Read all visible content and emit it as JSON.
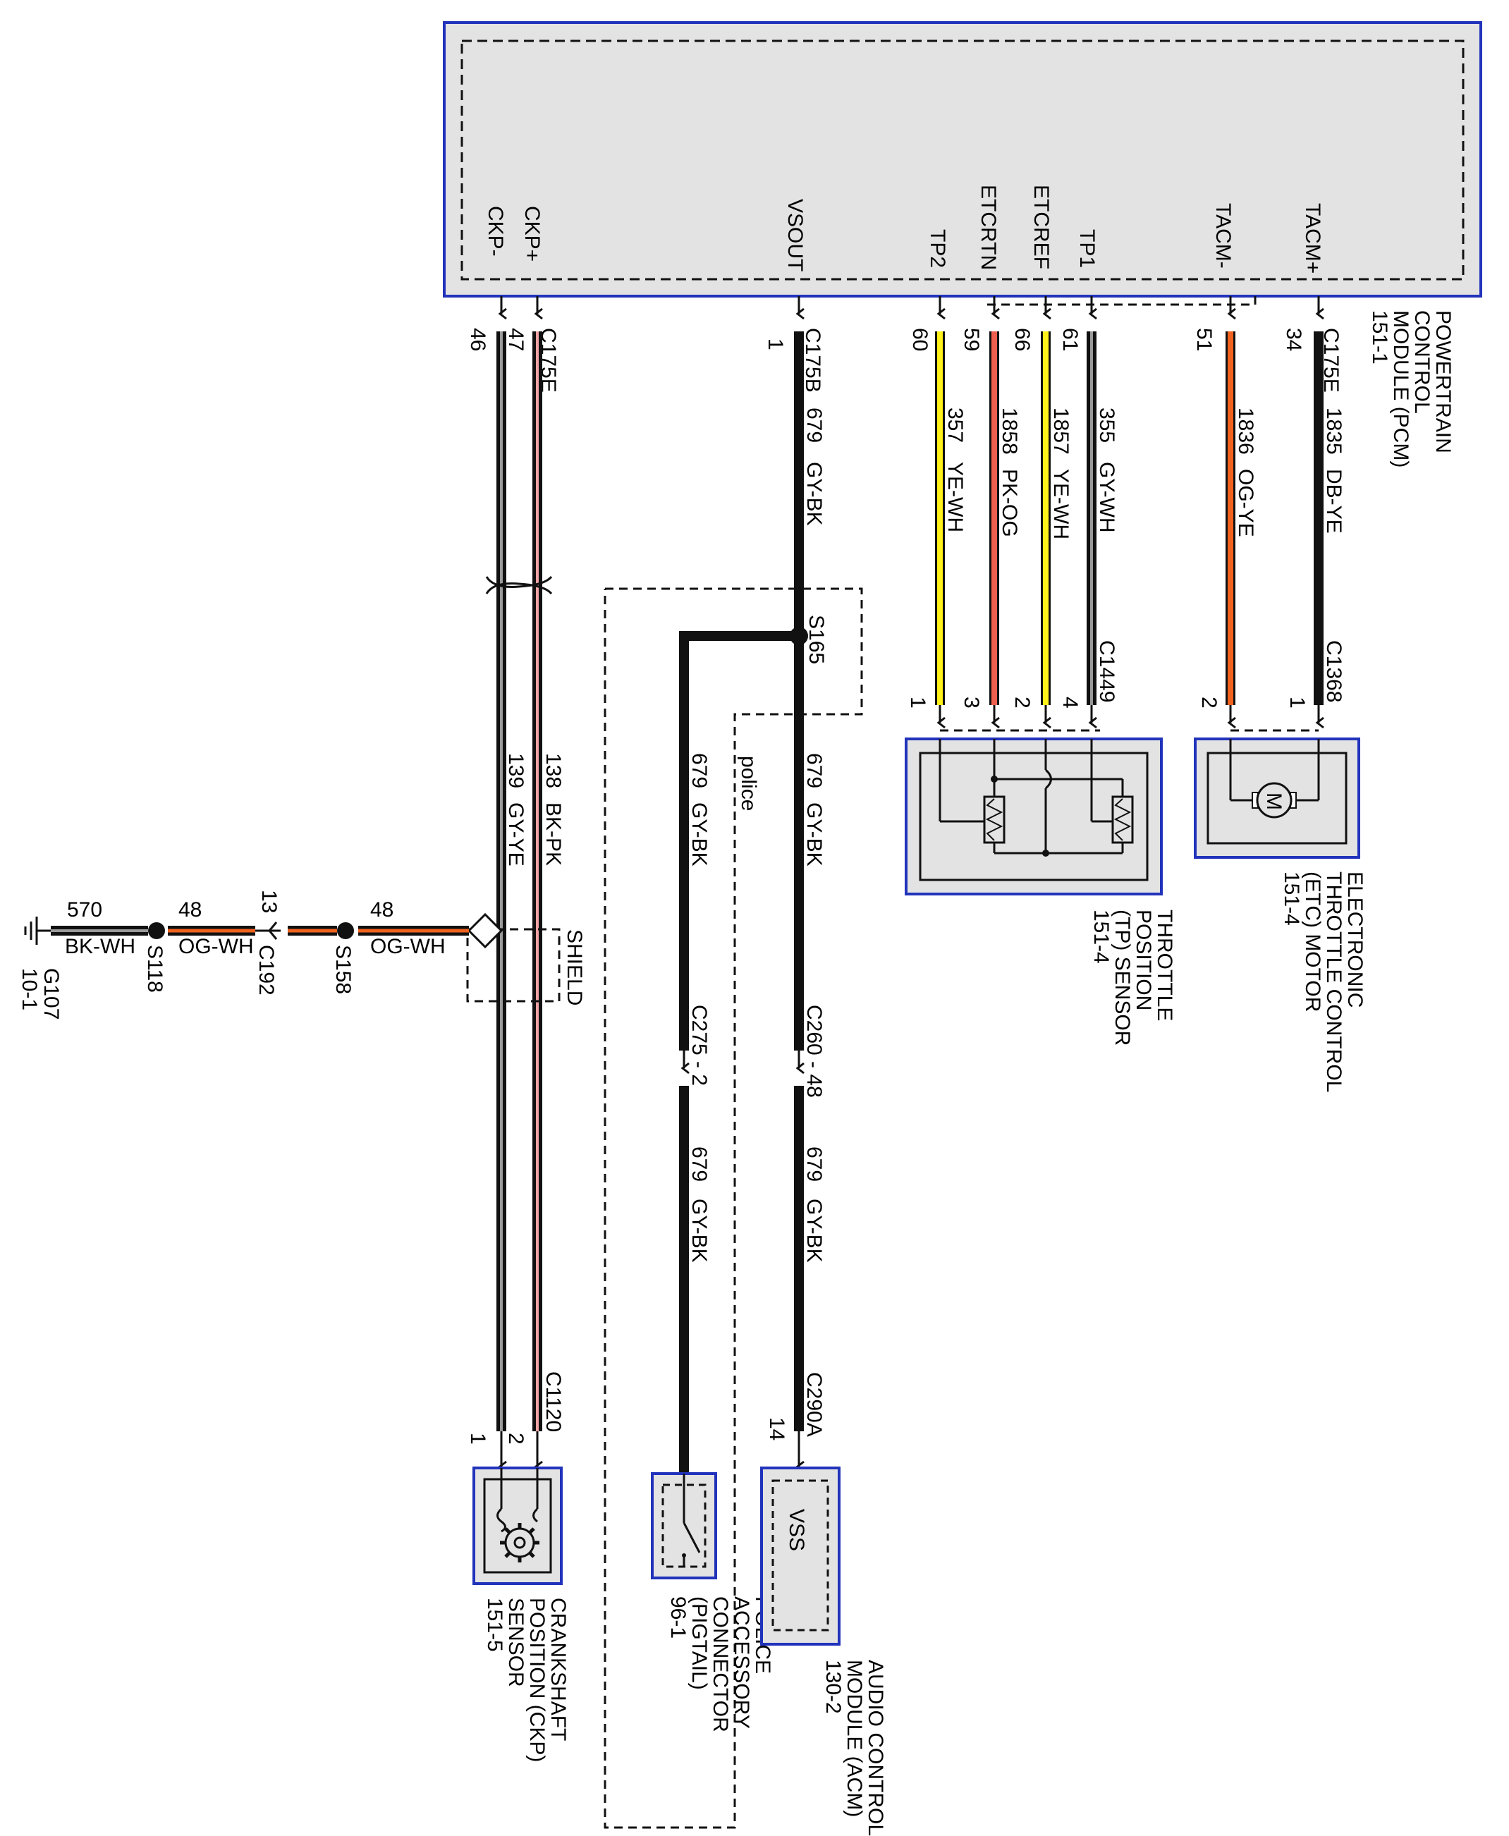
{
  "pcm": {
    "name_lines": [
      "POWERTRAIN",
      "CONTROL",
      "MODULE (PCM)",
      "151-1"
    ],
    "pins": [
      {
        "name": "CKP-",
        "connector": "",
        "pin": "46"
      },
      {
        "name": "CKP+",
        "connector": "C175E",
        "pin": "47"
      },
      {
        "name": "VSOUT",
        "connector": "C175B",
        "pin": "1"
      },
      {
        "name": "TP2",
        "connector": "",
        "pin": "60"
      },
      {
        "name": "ETCRTN",
        "connector": "",
        "pin": "59"
      },
      {
        "name": "ETCREF",
        "connector": "",
        "pin": "66"
      },
      {
        "name": "TP1",
        "connector": "",
        "pin": "61"
      },
      {
        "name": "TACM-",
        "connector": "",
        "pin": "51"
      },
      {
        "name": "TACM+",
        "connector": "C175E",
        "pin": "34"
      }
    ]
  },
  "wires": {
    "ckp_minus": {
      "circuit": "139",
      "color": "GY-YE"
    },
    "ckp_plus": {
      "circuit": "138",
      "color": "BK-PK"
    },
    "vsout_upper": {
      "circuit": "679",
      "color": "GY-BK"
    },
    "vsout_mid": {
      "circuit": "679",
      "color": "GY-BK"
    },
    "vsout_lower": {
      "circuit": "679",
      "color": "GY-BK"
    },
    "police_upper": {
      "circuit": "679",
      "color": "GY-BK"
    },
    "police_lower": {
      "circuit": "679",
      "color": "GY-BK"
    },
    "tp2": {
      "circuit": "357",
      "color": "YE-WH"
    },
    "etcrtn": {
      "circuit": "1858",
      "color": "PK-OG"
    },
    "etcref": {
      "circuit": "1857",
      "color": "YE-WH"
    },
    "tp1": {
      "circuit": "355",
      "color": "GY-WH"
    },
    "tacm_minus": {
      "circuit": "1836",
      "color": "OG-YE"
    },
    "tacm_plus": {
      "circuit": "1835",
      "color": "DB-YE"
    },
    "shield_a": {
      "circuit": "48",
      "color": "OG-WH"
    },
    "shield_b": {
      "circuit": "48",
      "color": "OG-WH"
    },
    "ground": {
      "circuit": "570",
      "color": "BK-WH"
    }
  },
  "splices": {
    "s165": "S165",
    "s158": "S158",
    "s118": "S118"
  },
  "connectors": {
    "c1449": "C1449",
    "c1368": "C1368",
    "c1120": "C1120",
    "c275": "C275 - 2",
    "c260": "C260 - 48",
    "c290a": "C290A",
    "c192": "C192",
    "c192_pin": "13"
  },
  "pins_labels": {
    "tp_tp2": "1",
    "tp_etcrtn": "3",
    "tp_etcref": "2",
    "tp_tp1": "4",
    "etc_minus": "2",
    "etc_plus": "1",
    "ckp_1": "1",
    "ckp_2": "2",
    "acm": "14"
  },
  "labels": {
    "shield": "SHIELD",
    "police": "police",
    "vss": "VSS",
    "motor": "M"
  },
  "ground": {
    "id": "G107",
    "ref": "10-1"
  },
  "components": {
    "tp_sensor": [
      "THROTTLE",
      "POSITION",
      "(TP) SENSOR",
      "151-4"
    ],
    "etc_motor": [
      "ELECTRONIC",
      "THROTTLE CONTROL",
      "(ETC) MOTOR",
      "151-4"
    ],
    "ckp_sensor": [
      "CRANKSHAFT",
      "POSITION (CKP)",
      "SENSOR",
      "151-5"
    ],
    "police_conn": [
      "POLICE",
      "ACCESSORY",
      "CONNECTOR",
      "(PIGTAIL)",
      "96-1"
    ],
    "acm": [
      "AUDIO CONTROL",
      "MODULE (ACM)",
      "130-2"
    ]
  },
  "colors": {
    "box_border": "#2233bb",
    "box_fill": "#e3e3e3",
    "black": "#111111",
    "yellow": "#fff21a",
    "pink_orange": "#ef5f4f",
    "orange": "#f0621e",
    "gray": "#9a9a9a",
    "pink": "#f2a4a4"
  }
}
